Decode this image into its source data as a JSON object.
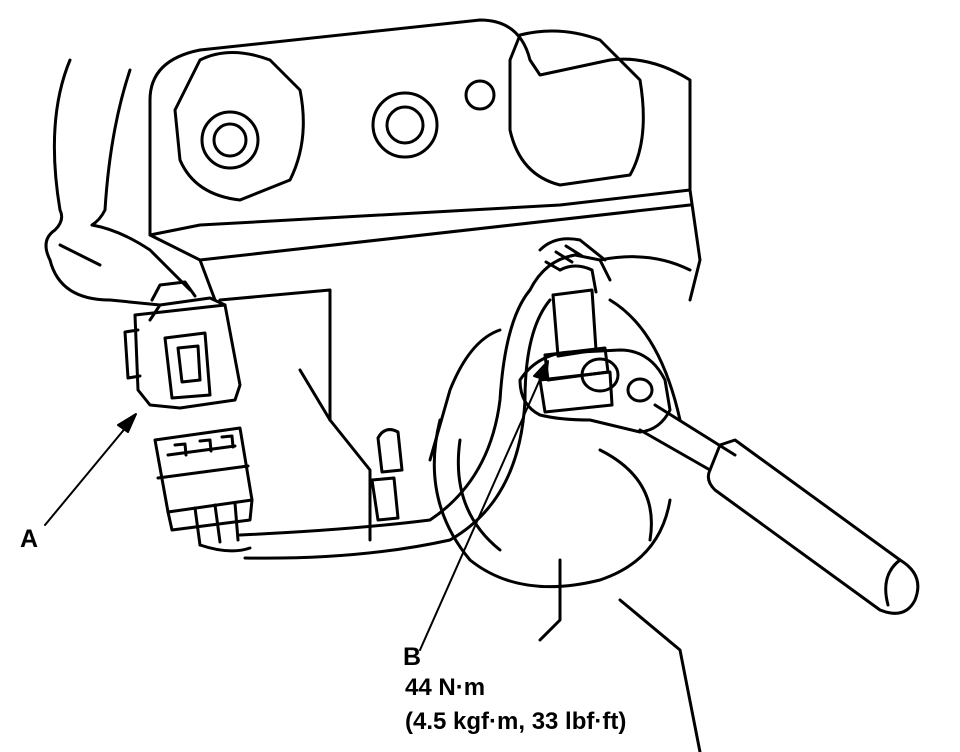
{
  "callouts": {
    "a": {
      "letter": "A"
    },
    "b": {
      "letter": "B",
      "torque_nm": "44 N·m",
      "torque_alt": "(4.5 kgf·m, 33 lbf·ft)"
    }
  },
  "colors": {
    "ink": "#000000",
    "paper": "#ffffff"
  }
}
